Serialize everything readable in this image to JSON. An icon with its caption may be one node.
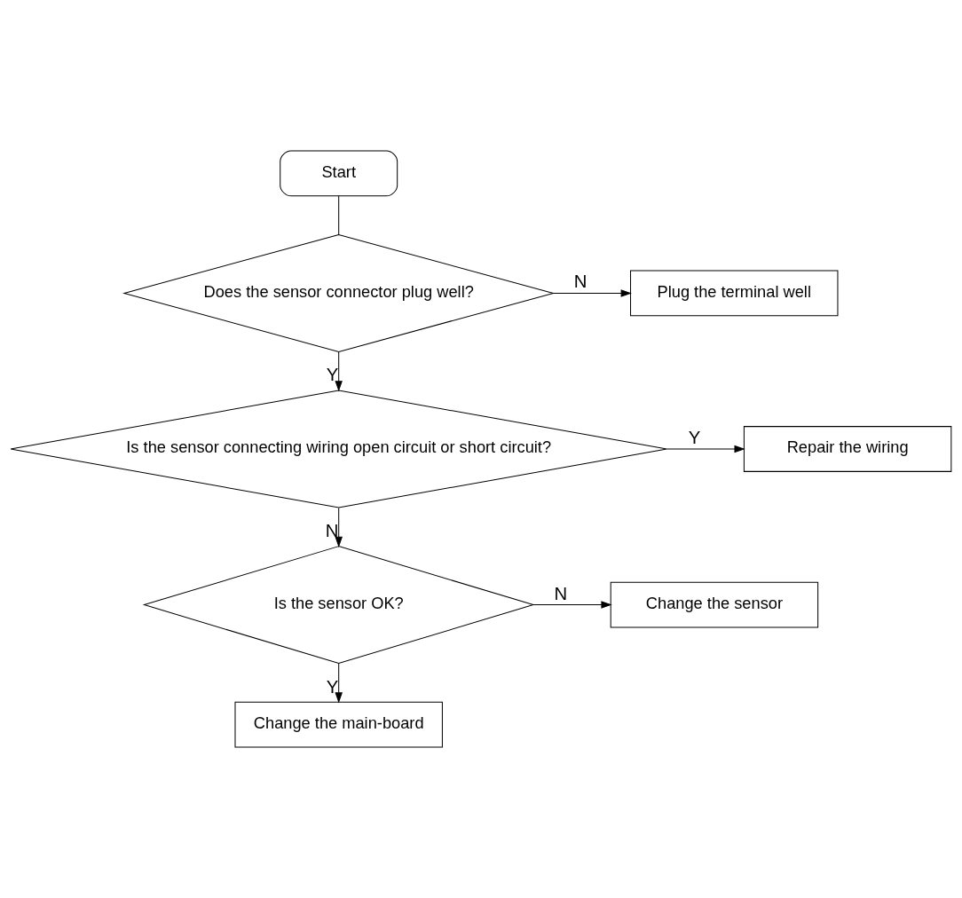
{
  "diagram": {
    "nodes": [
      {
        "text": [
          "Start"
        ]
      },
      {
        "text": [
          "Does the sensor connector plug well?"
        ]
      },
      {
        "text": [
          "Plug the terminal well"
        ]
      },
      {
        "text": [
          "Is the sensor connecting wiring open circuit or short circuit?"
        ]
      },
      {
        "text": [
          "Repair the wiring"
        ]
      },
      {
        "text": [
          "Is the sensor OK?"
        ]
      },
      {
        "text": [
          "Change the sensor"
        ]
      },
      {
        "text": [
          "Change the main-board"
        ]
      }
    ],
    "edges": [
      {
        "from": 0,
        "to": 1,
        "arrow": "none"
      },
      {
        "from": 1,
        "to": 2,
        "arrow": "to",
        "label": "N"
      },
      {
        "from": 1,
        "to": 3,
        "arrow": "to",
        "label": "Y"
      },
      {
        "from": 3,
        "to": 4,
        "arrow": "to",
        "label": "Y"
      },
      {
        "from": 3,
        "to": 5,
        "arrow": "to",
        "label": "N"
      },
      {
        "from": 5,
        "to": 6,
        "arrow": "to",
        "label": "N"
      },
      {
        "from": 5,
        "to": 7,
        "arrow": "to",
        "label": "Y"
      }
    ]
  }
}
